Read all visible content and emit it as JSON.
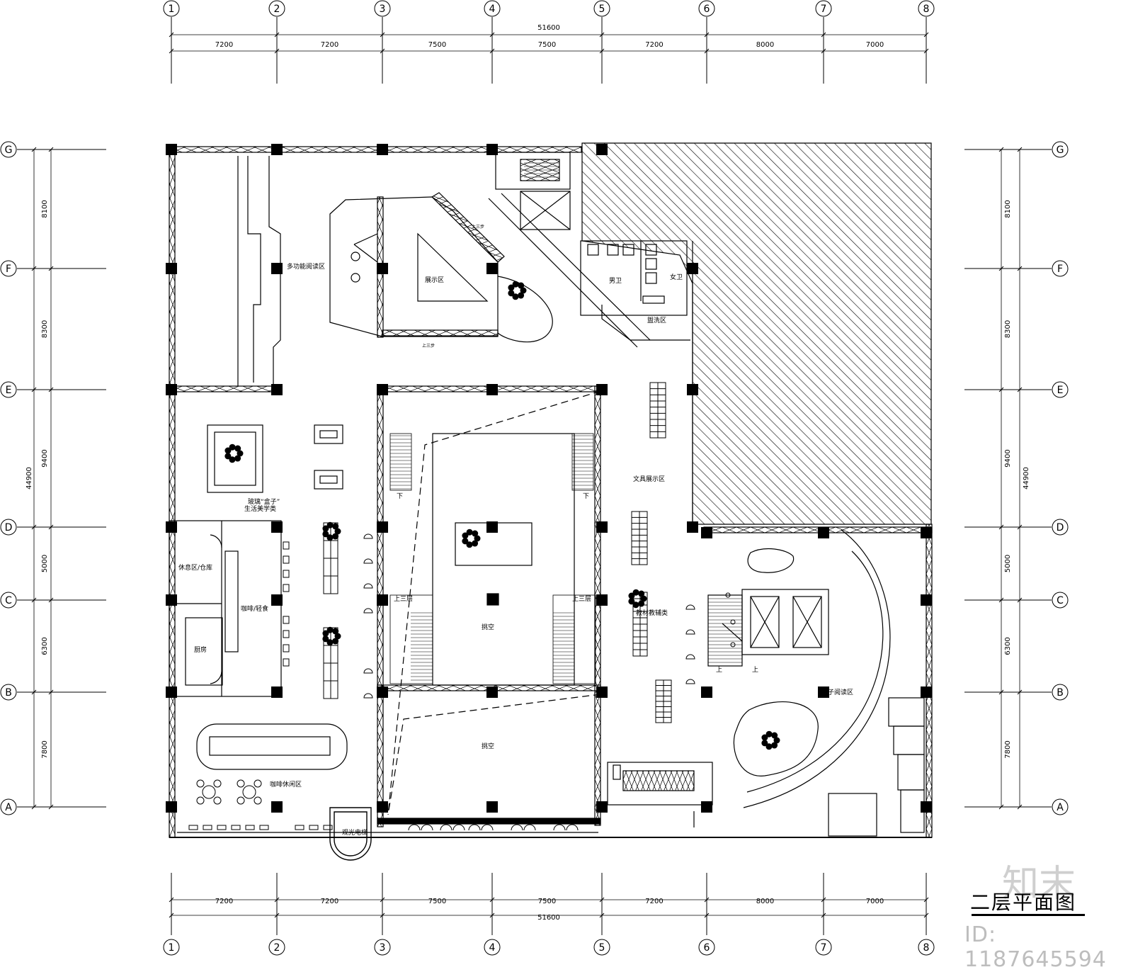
{
  "grid": {
    "columns": [
      {
        "label": "1"
      },
      {
        "label": "2"
      },
      {
        "label": "3"
      },
      {
        "label": "4"
      },
      {
        "label": "5"
      },
      {
        "label": "6"
      },
      {
        "label": "7"
      },
      {
        "label": "8"
      }
    ],
    "rows": [
      {
        "label": "G"
      },
      {
        "label": "F"
      },
      {
        "label": "E"
      },
      {
        "label": "D"
      },
      {
        "label": "C"
      },
      {
        "label": "B"
      },
      {
        "label": "A"
      }
    ],
    "column_spacings": [
      "7200",
      "7200",
      "7500",
      "7500",
      "7200",
      "8000",
      "7000"
    ],
    "row_spacings": [
      "8100",
      "8300",
      "9400",
      "5000",
      "6300",
      "7800"
    ],
    "total_width": "51600",
    "total_depth": "44900"
  },
  "rooms": {
    "multi_reading": "多功能阅读区",
    "exhibition": "展示区",
    "up_half": "上三步",
    "mens_wc": "男卫",
    "womens_wc": "女卫",
    "washroom": "盥洗区",
    "stationery": "文具展示区",
    "glass_box_1": "玻璃“盒子”",
    "glass_box_2": "生活美学类",
    "rest_storage": "休息区/仓库",
    "cafe_snack": "咖啡/轻食",
    "kitchen": "厨房",
    "cafe_lounge": "咖啡休闲区",
    "sightseeing_lift": "观光电梯",
    "void_1": "挑空",
    "void_2": "挑空",
    "up_third_left": "上三层",
    "up_third_right": "上三层",
    "down_left": "下",
    "down_right": "下",
    "textbooks": "教材教辅类",
    "kids_reading": "亲子阅读区",
    "stair_up_1": "上",
    "stair_up_2": "上"
  },
  "title": "二层平面图",
  "watermark": {
    "logo": "知末",
    "id": "ID: 1187645594"
  }
}
